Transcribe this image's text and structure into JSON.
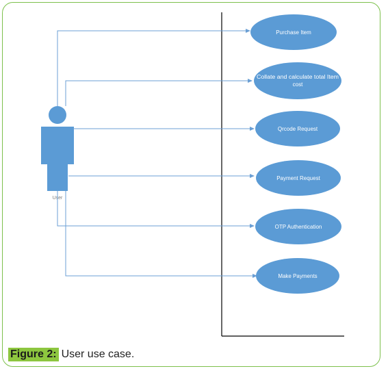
{
  "actor": {
    "label": "User"
  },
  "use_cases": [
    {
      "lines": [
        "Purchase Item"
      ]
    },
    {
      "lines": [
        "Collate and calculate total Item",
        "cost"
      ]
    },
    {
      "lines": [
        "Qrcode Request"
      ]
    },
    {
      "lines": [
        "Payment Request"
      ]
    },
    {
      "lines": [
        "OTP Authentication"
      ]
    },
    {
      "lines": [
        "Make Payments"
      ]
    }
  ],
  "caption": {
    "label": "Figure 2:",
    "text": "User use case."
  },
  "colors": {
    "accent": "#7cc04b",
    "shape": "#5b9bd5",
    "connector": "#6b9fd4",
    "boundary": "#000000"
  }
}
